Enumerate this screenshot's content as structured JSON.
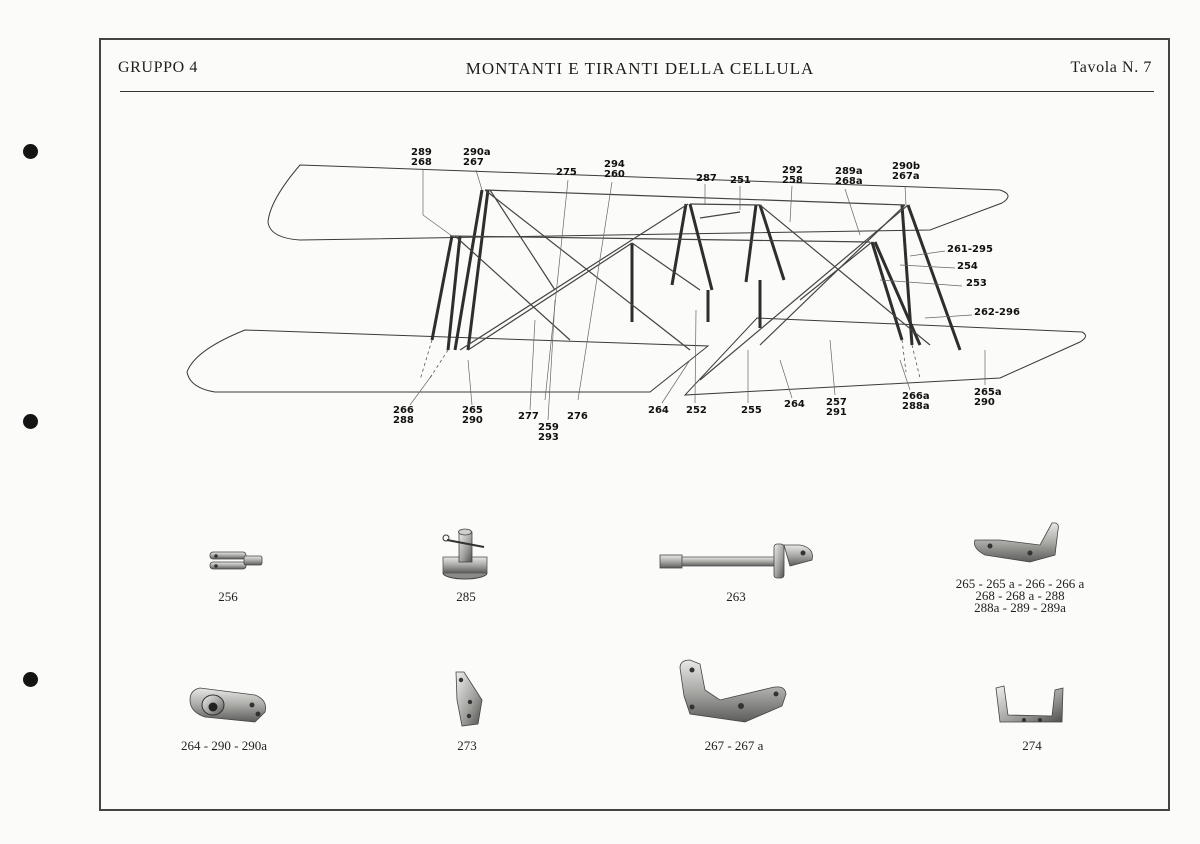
{
  "header": {
    "group": "GRUPPO 4",
    "title": "MONTANTI E TIRANTI DELLA CELLULA",
    "table": "Tavola N. 7"
  },
  "callouts": {
    "c289_268": "289\n268",
    "c290a_267": "290a\n267",
    "c275": "275",
    "c294_260": "294\n260",
    "c287": "287",
    "c251": "251",
    "c292_258": "292\n258",
    "c289a_268a": "289a\n268a",
    "c290b_267a": "290b\n267a",
    "c261_295": "261-295",
    "c254": "254",
    "c253": "253",
    "c262_296": "262-296",
    "c266_288": "266\n288",
    "c265_290": "265\n290",
    "c277": "277",
    "c259_293": "259\n293",
    "c276": "276",
    "c264_left": "264",
    "c252": "252",
    "c255": "255",
    "c264_right": "264",
    "c257_291": "257\n291",
    "c266a_288a": "266a\n288a",
    "c265a_290": "265a\n290"
  },
  "parts": {
    "p256": "256",
    "p285": "285",
    "p263": "263",
    "p265_line1": "265 - 265 a  -  266 - 266 a",
    "p265_line2": "268  -  268 a  -  288",
    "p265_line3": "288a  -  289  -  289a",
    "p264": "264 - 290  -  290a",
    "p273": "273",
    "p267": "267  -  267 a",
    "p274": "274"
  }
}
